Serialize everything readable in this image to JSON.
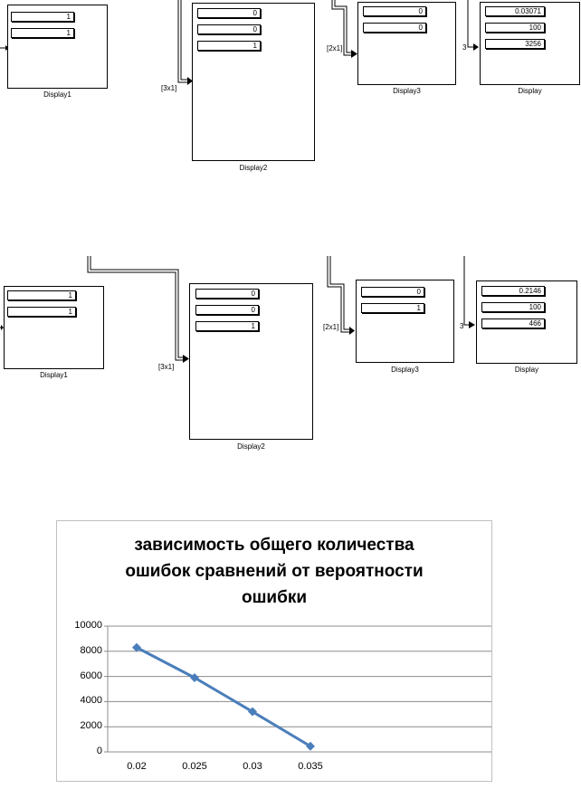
{
  "simulink": {
    "top": {
      "display1": {
        "name": "Display1",
        "values": [
          "1",
          "1"
        ]
      },
      "display2": {
        "name": "Display2",
        "values": [
          "0",
          "0",
          "1"
        ],
        "signal": "[3x1]"
      },
      "display3": {
        "name": "Display3",
        "values": [
          "0",
          "0"
        ],
        "signal": "[2x1]"
      },
      "display": {
        "name": "Display",
        "values": [
          "0.03071",
          "100",
          "3256"
        ],
        "signal": "3"
      }
    },
    "bottom": {
      "display1": {
        "name": "Display1",
        "values": [
          "1",
          "1"
        ]
      },
      "display2": {
        "name": "Display2",
        "values": [
          "0",
          "0",
          "1"
        ],
        "signal": "[3x1]"
      },
      "display3": {
        "name": "Display3",
        "values": [
          "0",
          "1"
        ],
        "signal": "[2x1]"
      },
      "display": {
        "name": "Display",
        "values": [
          "0.2146",
          "100",
          "466"
        ],
        "signal": "3"
      }
    }
  },
  "chart_data": {
    "type": "line",
    "title_lines": [
      "зависимость общего количества",
      "ошибок сравнений от вероятности",
      "ошибки"
    ],
    "categories": [
      "0.02",
      "0.025",
      "0.03",
      "0.035"
    ],
    "values": [
      8300,
      5900,
      3200,
      450
    ],
    "ylim": [
      0,
      10000
    ],
    "yticks": [
      "0",
      "2000",
      "4000",
      "6000",
      "8000",
      "10000"
    ],
    "grid": true,
    "series_color": "#4a7ebb"
  }
}
